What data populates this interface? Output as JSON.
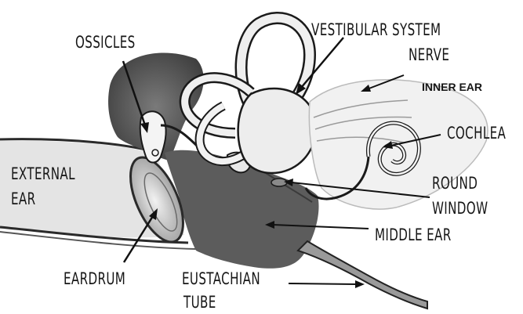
{
  "labels": {
    "ossicles": "OSSICLES",
    "vestibular_system": "VESTIBULAR SYSTEM",
    "nerve": "NERVE",
    "inner_ear": "INNER EAR",
    "cochlea": "COCHLEA",
    "external_ear_line1": "EXTERNAL",
    "external_ear_line2": "EAR",
    "round_window_line1": "ROUND",
    "round_window_line2": "WINDOW",
    "middle_ear": "MIDDLE EAR",
    "eardrum": "EARDRUM",
    "eustachian_tube_line1": "EUSTACHIAN",
    "eustachian_tube_line2": "TUBE"
  },
  "colors": {
    "ink": "#161616",
    "middle_ear_fill": "#5c5c5c",
    "dark_shading": "#3c3c3c",
    "inner_ear_fill": "#e6e6e6",
    "canal_fill": "#d4d4d4",
    "background": "#ffffff"
  }
}
